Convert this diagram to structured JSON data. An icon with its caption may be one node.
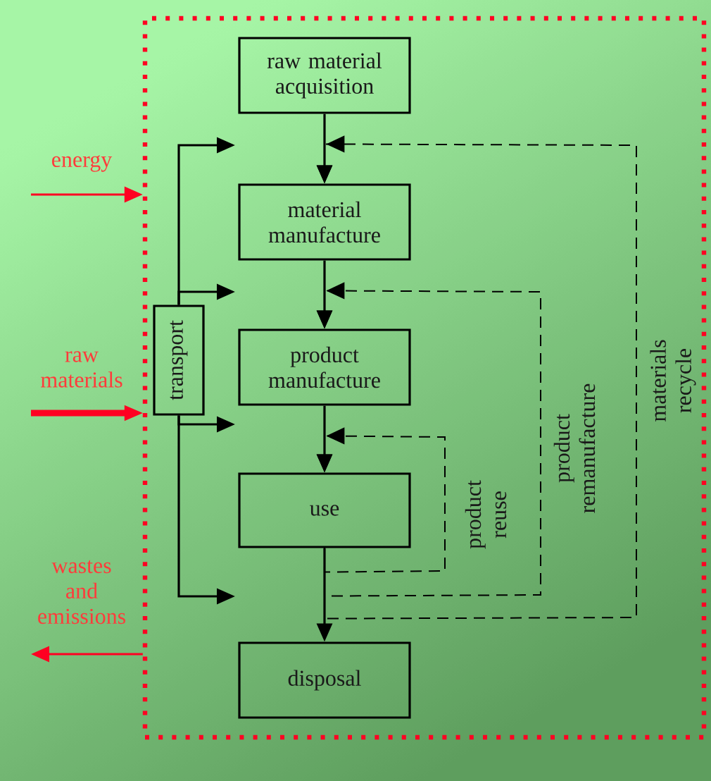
{
  "diagram": {
    "nodes": [
      {
        "text": [],
        "shape": "box"
      },
      {
        "text": [
          "raw material acquisition"
        ],
        "in": 0
      },
      {
        "text": [
          "material manufacture"
        ],
        "in": 0
      },
      {
        "text": [
          "product manufacture"
        ],
        "in": 0
      },
      {
        "text": [
          "use"
        ],
        "in": 0
      },
      {
        "text": [
          "disposal"
        ],
        "in": 0
      },
      {
        "text": [
          "transport"
        ],
        "in": 0
      }
    ],
    "edges": [
      {
        "from": 1,
        "to": 2,
        "arrow": "to"
      },
      {
        "from": 2,
        "to": 3,
        "arrow": "to"
      },
      {
        "from": 3,
        "to": 4,
        "arrow": "to"
      },
      {
        "from": 4,
        "to": 5,
        "arrow": "to"
      },
      {
        "from": 4,
        "to": 4,
        "arrow": "to",
        "style": "dashed",
        "label": "product reuse"
      },
      {
        "from": 4,
        "to": 3,
        "arrow": "to",
        "style": "dashed",
        "label": "product remanufacture"
      },
      {
        "from": 4,
        "to": 2,
        "arrow": "to",
        "style": "dashed",
        "label": "materials recycle"
      },
      {
        "from": 6,
        "to": null,
        "arrow": "to"
      },
      {
        "from": 6,
        "to": null,
        "arrow": "to"
      },
      {
        "from": 6,
        "to": null,
        "arrow": "to"
      },
      {
        "from": 6,
        "to": null,
        "arrow": "to"
      },
      {
        "from": null,
        "to": 0,
        "arrow": "to",
        "label": "energy",
        "color": "#ff0022"
      },
      {
        "from": null,
        "to": 0,
        "arrow": "to",
        "label": "raw materials",
        "style": "thick",
        "color": "#ff0022"
      },
      {
        "from": 0,
        "to": null,
        "arrow": "to",
        "label": "wastes and emissions",
        "color": "#ff0022"
      }
    ]
  }
}
